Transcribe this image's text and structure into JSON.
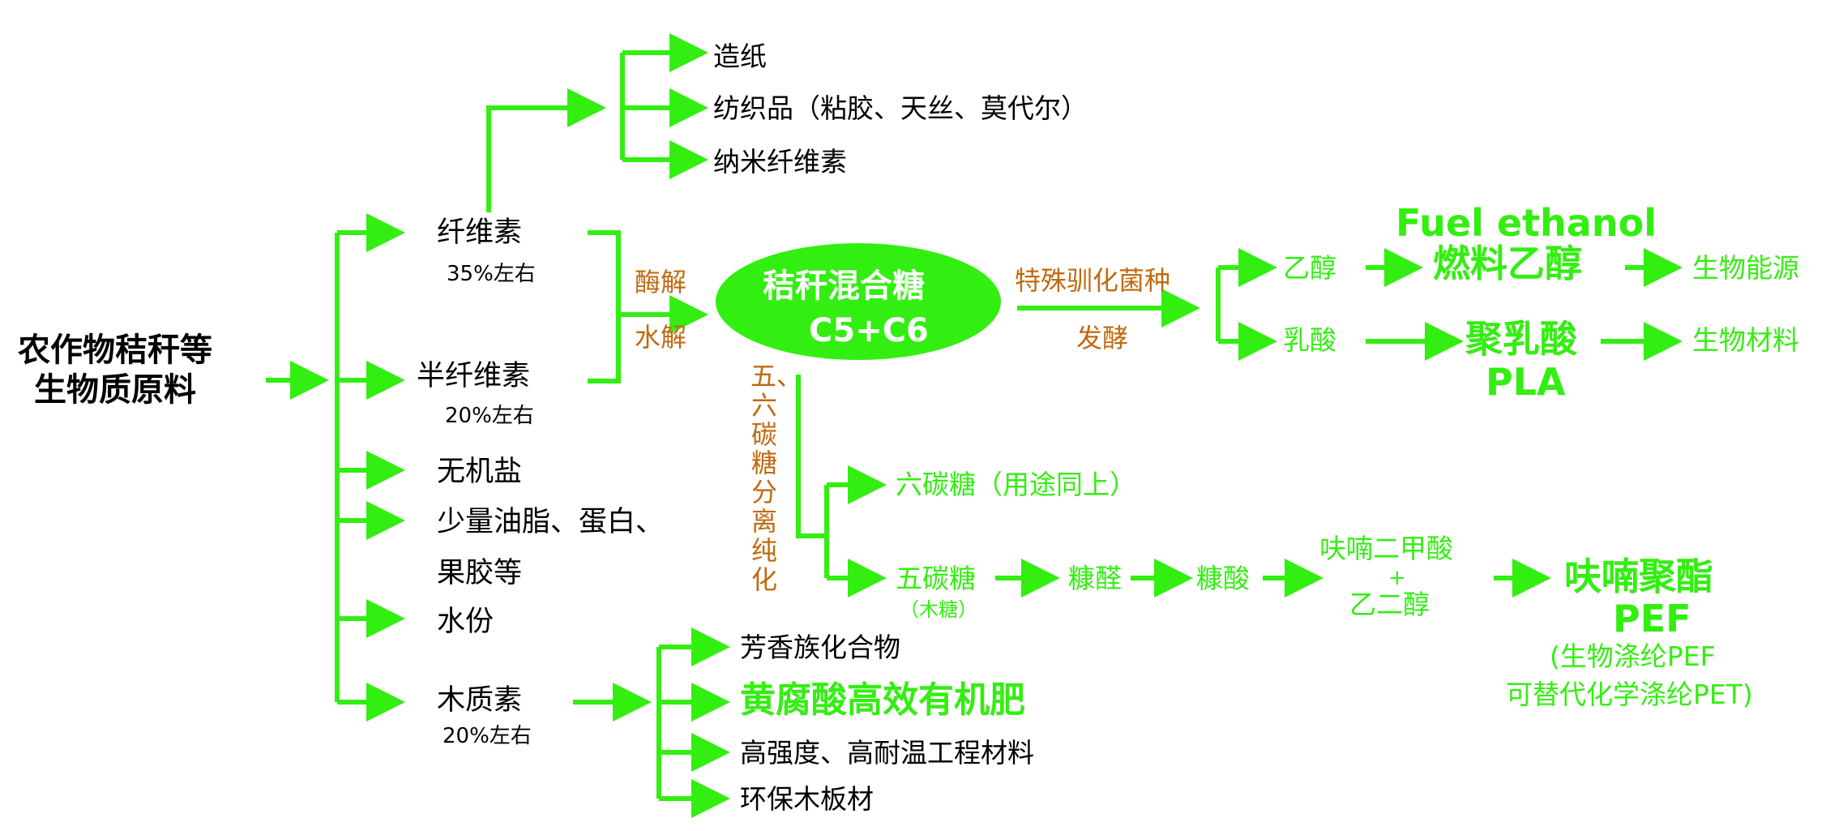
{
  "source": "农作物秸秆等\n生物质原料",
  "components": {
    "cellulose": {
      "name": "纤维素",
      "pct": "35%左右"
    },
    "hemicellulose": {
      "name": "半纤维素",
      "pct": "20%左右"
    },
    "salts": "无机盐",
    "fats": "少量油脂、蛋白、",
    "pectin": "果胶等",
    "water": "水份",
    "lignin": {
      "name": "木质素",
      "pct": "20%左右"
    }
  },
  "cellulose_uses": [
    "造纸",
    "纺织品（粘胶、天丝、莫代尔）",
    "纳米纤维素"
  ],
  "hydrolysis": {
    "top": "酶解",
    "bottom": "水解"
  },
  "sugar": {
    "line1": "秸秆混合糖",
    "line2": "C5+C6"
  },
  "fermentation": {
    "top": "特殊驯化菌种",
    "bottom": "发酵"
  },
  "ethanol_path": {
    "product": "乙醇",
    "en": "Fuel ethanol",
    "cn": "燃料乙醇",
    "end": "生物能源"
  },
  "lactic_path": {
    "product": "乳酸",
    "cn": "聚乳酸",
    "en": "PLA",
    "end": "生物材料"
  },
  "separation": "五、六碳糖分离纯化",
  "hexose": "六碳糖（用途同上）",
  "pentose": {
    "name": "五碳糖",
    "note": "（木糖）"
  },
  "furfural": "糠醛",
  "furoic": "糠酸",
  "fdca": {
    "line1": "呋喃二甲酸",
    "plus": "+",
    "line2": "乙二醇"
  },
  "pef": {
    "cn": "呋喃聚酯",
    "en": "PEF",
    "note1": "(生物涤纶PEF",
    "note2": "可替代化学涤纶PET)"
  },
  "lignin_uses": [
    "芳香族化合物",
    "黄腐酸高效有机肥",
    "高强度、高耐温工程材料",
    "环保木板材"
  ],
  "colors": {
    "green": "#33ee11",
    "orange": "#c06a10",
    "black": "#000000"
  }
}
